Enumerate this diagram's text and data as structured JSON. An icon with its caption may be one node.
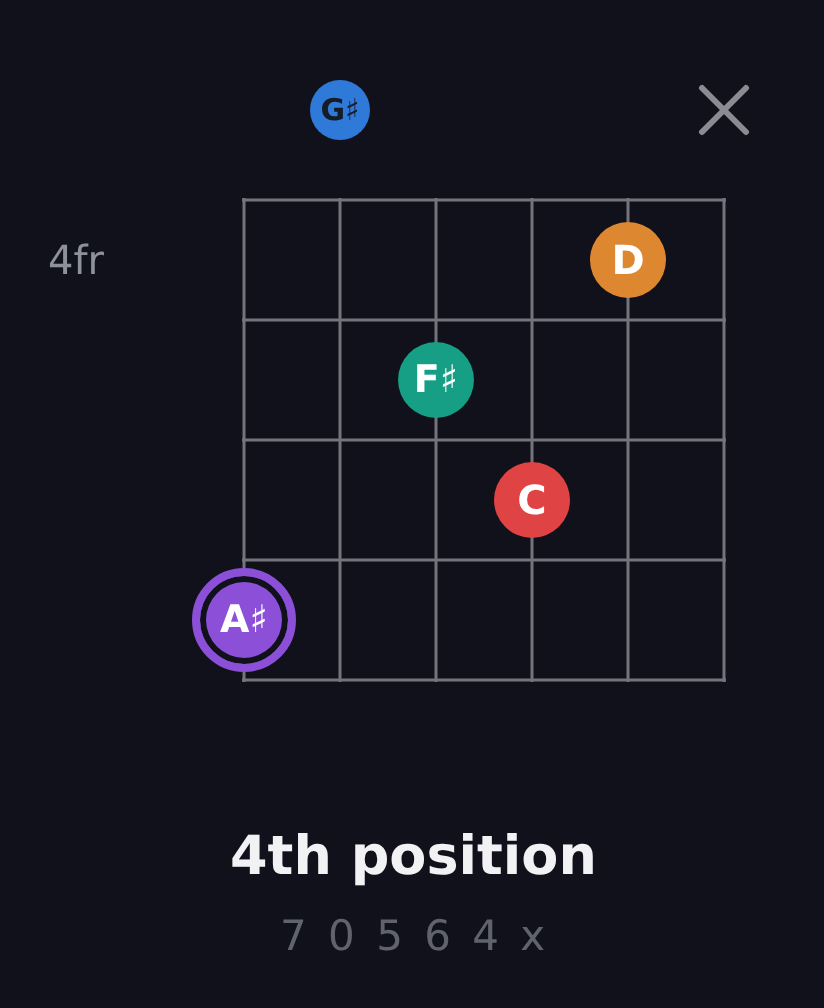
{
  "diagram": {
    "caption": "4th position",
    "nodes": [
      {
        "text": [
          "G♯"
        ]
      },
      {
        "text": [],
        "shape": "cross"
      },
      {
        "text": [
          "D"
        ]
      },
      {
        "text": [
          "F♯"
        ]
      },
      {
        "text": [
          "C"
        ]
      },
      {
        "text": [
          "A♯"
        ]
      }
    ],
    "edges": [],
    "labels": [
      "4fr",
      "7 0 5 6 4 x"
    ]
  }
}
